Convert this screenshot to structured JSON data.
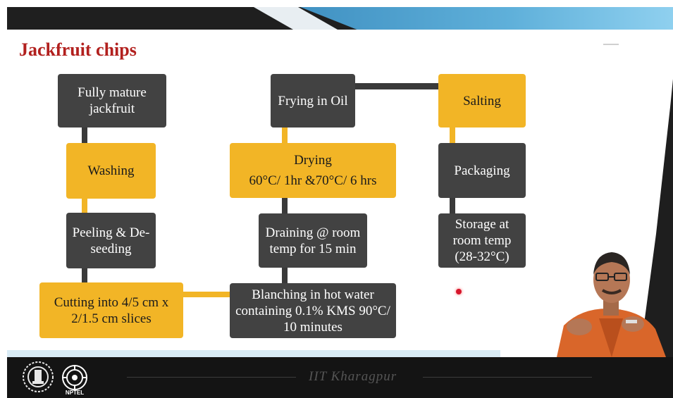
{
  "slide": {
    "title": "Jackfruit chips"
  },
  "flowchart": {
    "steps": {
      "fully_mature": "Fully mature jackfruit",
      "washing": "Washing",
      "peeling": "Peeling & De-seeding",
      "cutting": "Cutting into 4/5 cm x 2/1.5 cm slices",
      "blanching": "Blanching in hot water containing 0.1% KMS 90°C/ 10 minutes",
      "draining": "Draining @ room temp for 15 min",
      "drying_label": "Drying",
      "drying_detail": "60°C/ 1hr &70°C/ 6 hrs",
      "frying": "Frying in Oil",
      "salting": "Salting",
      "packaging": "Packaging",
      "storage": "Storage at room temp (28-32°C)"
    },
    "colors": {
      "dark_box": "#424242",
      "gold_box": "#f2b526",
      "title_red": "#b2201e"
    }
  },
  "footer": {
    "brand": "IIT Kharagpur",
    "nptel": "NPTEL"
  }
}
